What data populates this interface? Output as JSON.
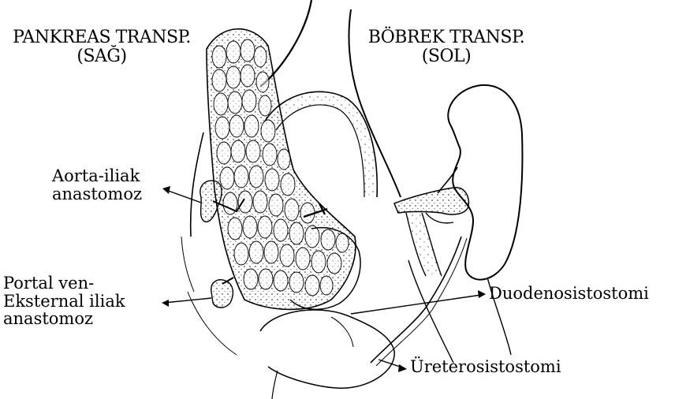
{
  "headers": {
    "left_line1": "PANKREAS TRANSP.",
    "left_line2": "(SAĞ)",
    "right_line1": "BÖBREK TRANSP.",
    "right_line2": "(SOL)"
  },
  "labels": {
    "aorta_line1": "Aorta-iliak",
    "aorta_line2": "anastomoz",
    "portal_line1": "Portal ven-",
    "portal_line2": "Eksternal iliak",
    "portal_line3": "anastomoz",
    "duodeno": "Duodenosistostomi",
    "uretero": "Üreterosistostomi"
  }
}
